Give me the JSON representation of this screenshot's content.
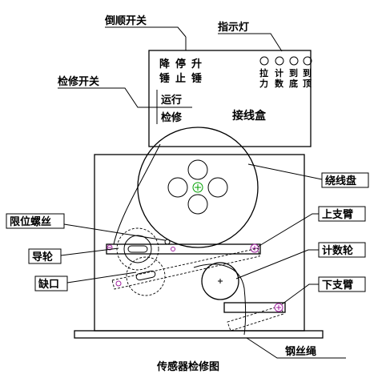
{
  "labels": {
    "reverse_switch": "倒顺开关",
    "indicator_light": "指示灯",
    "maintenance_switch": "检修开关",
    "btn_lower_1": "降",
    "btn_lower_2": "锤",
    "btn_stop_1": "停",
    "btn_stop_2": "止",
    "btn_raise_1": "升",
    "btn_raise_2": "锤",
    "ind_pull_1": "拉",
    "ind_pull_2": "力",
    "ind_count_1": "计",
    "ind_count_2": "数",
    "ind_bottom_1": "到",
    "ind_bottom_2": "底",
    "ind_top_1": "到",
    "ind_top_2": "顶",
    "run": "运行",
    "maintenance": "检修",
    "junction_box": "接线盒",
    "winding_disk": "绕线盘",
    "limit_screw": "限位螺丝",
    "upper_arm": "上支臂",
    "guide_wheel": "导轮",
    "counting_wheel": "计数轮",
    "notch": "缺口",
    "lower_arm": "下支臂",
    "wire_rope": "钢丝绳",
    "caption": "传感器检修图"
  },
  "colors": {
    "line": "#000000",
    "pivot": "#a020a0",
    "center_mark": "#00a000"
  }
}
